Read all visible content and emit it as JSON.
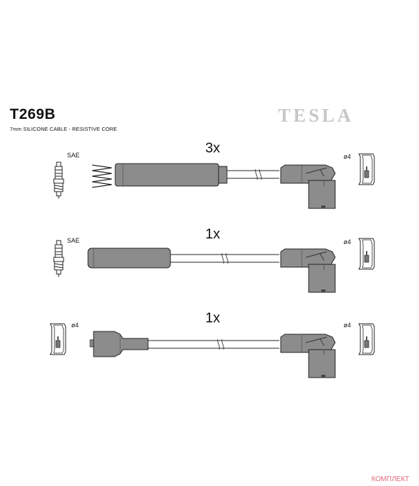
{
  "header": {
    "part_code": "T269B",
    "description": "7mm SILICONE CABLE - RESISTIVE CORE",
    "brand": "TESLA"
  },
  "rows": [
    {
      "quantity": "3x",
      "left_terminal_label": "SAE",
      "right_terminal_label": "ø4"
    },
    {
      "quantity": "1x",
      "left_terminal_label": "SAE",
      "right_terminal_label": "ø4"
    },
    {
      "quantity": "1x",
      "left_terminal_label": "ø4",
      "right_terminal_label": "ø4"
    }
  ],
  "watermark": "КОМПЛЕКТ",
  "colors": {
    "boot": "#8c8c8c",
    "outline": "#2a2a2a",
    "brand": "#c7c7c7"
  }
}
